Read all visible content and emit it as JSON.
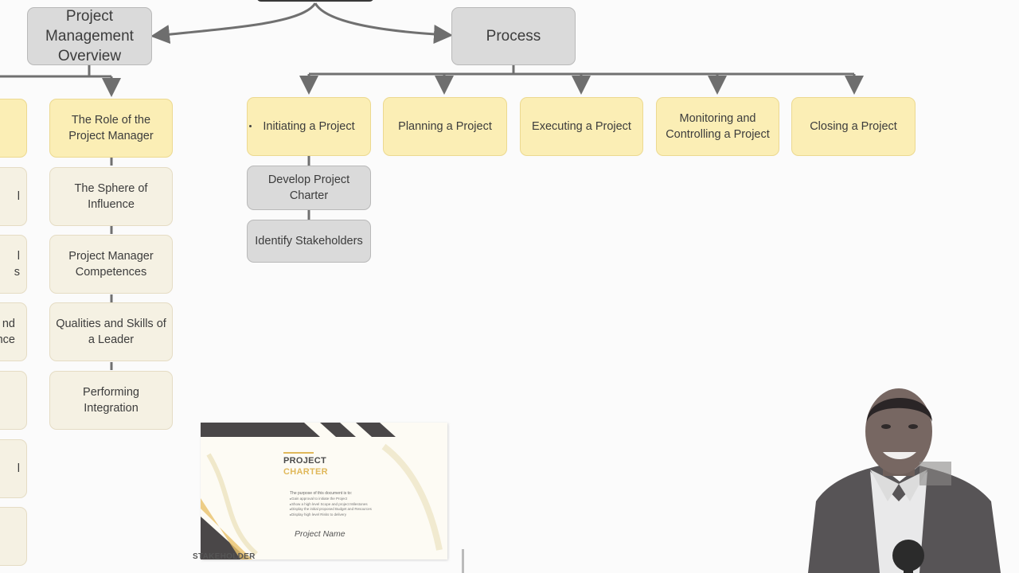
{
  "diagram": {
    "overview": "Project Management Overview",
    "process": "Process",
    "left_branch": {
      "role": "The Role of the Project Manager",
      "children": [
        "The Sphere of Influence",
        "Project Manager Competences",
        "Qualities and Skills of a Leader",
        "Performing Integration"
      ]
    },
    "cut_off_fragments": [
      "l",
      "l",
      "s",
      "nd",
      "nce",
      "l"
    ],
    "process_groups": [
      "Initiating a Project",
      "Planning a Project",
      "Executing a Project",
      "Monitoring and Controlling a Project",
      "Closing a Project"
    ],
    "initiating_children": [
      "Develop Project Charter",
      "Identify Stakeholders"
    ]
  },
  "slide_thumbnail": {
    "title_line1": "PROJECT",
    "title_line2": "CHARTER",
    "intro": "The purpose of this document is to:",
    "bullets": [
      "Gain approval to initiate the Project",
      "Show a high level Scope and project Milestones",
      "Display the initial proposed Budget and Resources",
      "Display high level Risks to delivery"
    ],
    "project_name": "Project Name"
  },
  "caption": "STAKEHOLDER",
  "colors": {
    "gray_node": "#dadada",
    "yellow_node": "#fbeeb5",
    "pale_node": "#f5f1e3",
    "connector": "#6e6e6e",
    "accent": "#e0b85a"
  }
}
